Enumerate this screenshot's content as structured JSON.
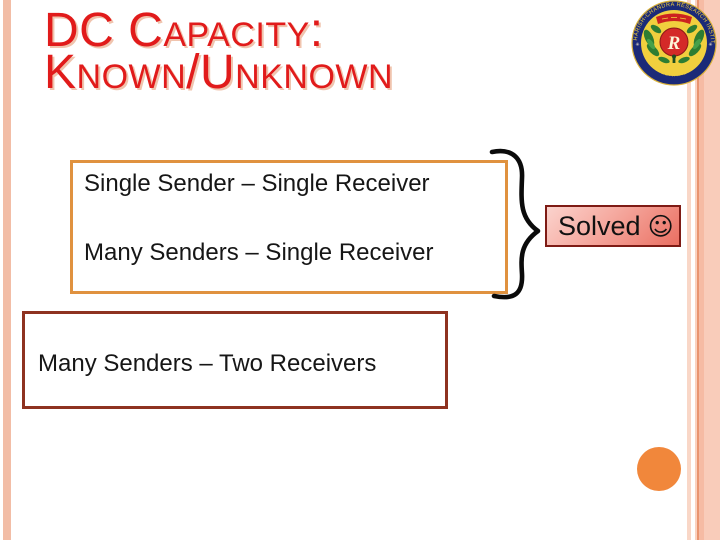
{
  "title": {
    "line1": "DC Capacity:",
    "line2": "Known/Unknown"
  },
  "solved_box": {
    "line1": "Single Sender – Single Receiver",
    "line2": "Many Senders – Single Receiver"
  },
  "open_box": {
    "line1": "Many Senders – Two Receivers"
  },
  "status": {
    "label": "Solved",
    "emoji": "☺"
  },
  "logo": {
    "institute": "HARISH-CHANDRA RESEARCH INSTITUTE",
    "city": "ALLAHABAD",
    "monogram": "R"
  },
  "colors": {
    "title_red": "#e11b1b",
    "title_shadow": "#f0c4ae",
    "solved_box_border": "#e0923f",
    "open_box_border": "#8e3220",
    "badge_border": "#7e1b15",
    "badge_fill_light": "#fbd3cd",
    "badge_fill_dark": "#ea6f62",
    "edge_stripe": "#f2bda6",
    "dot_orange": "#f1873b",
    "logo_navy": "#1b2a78",
    "logo_gold": "#f1cf3e"
  }
}
